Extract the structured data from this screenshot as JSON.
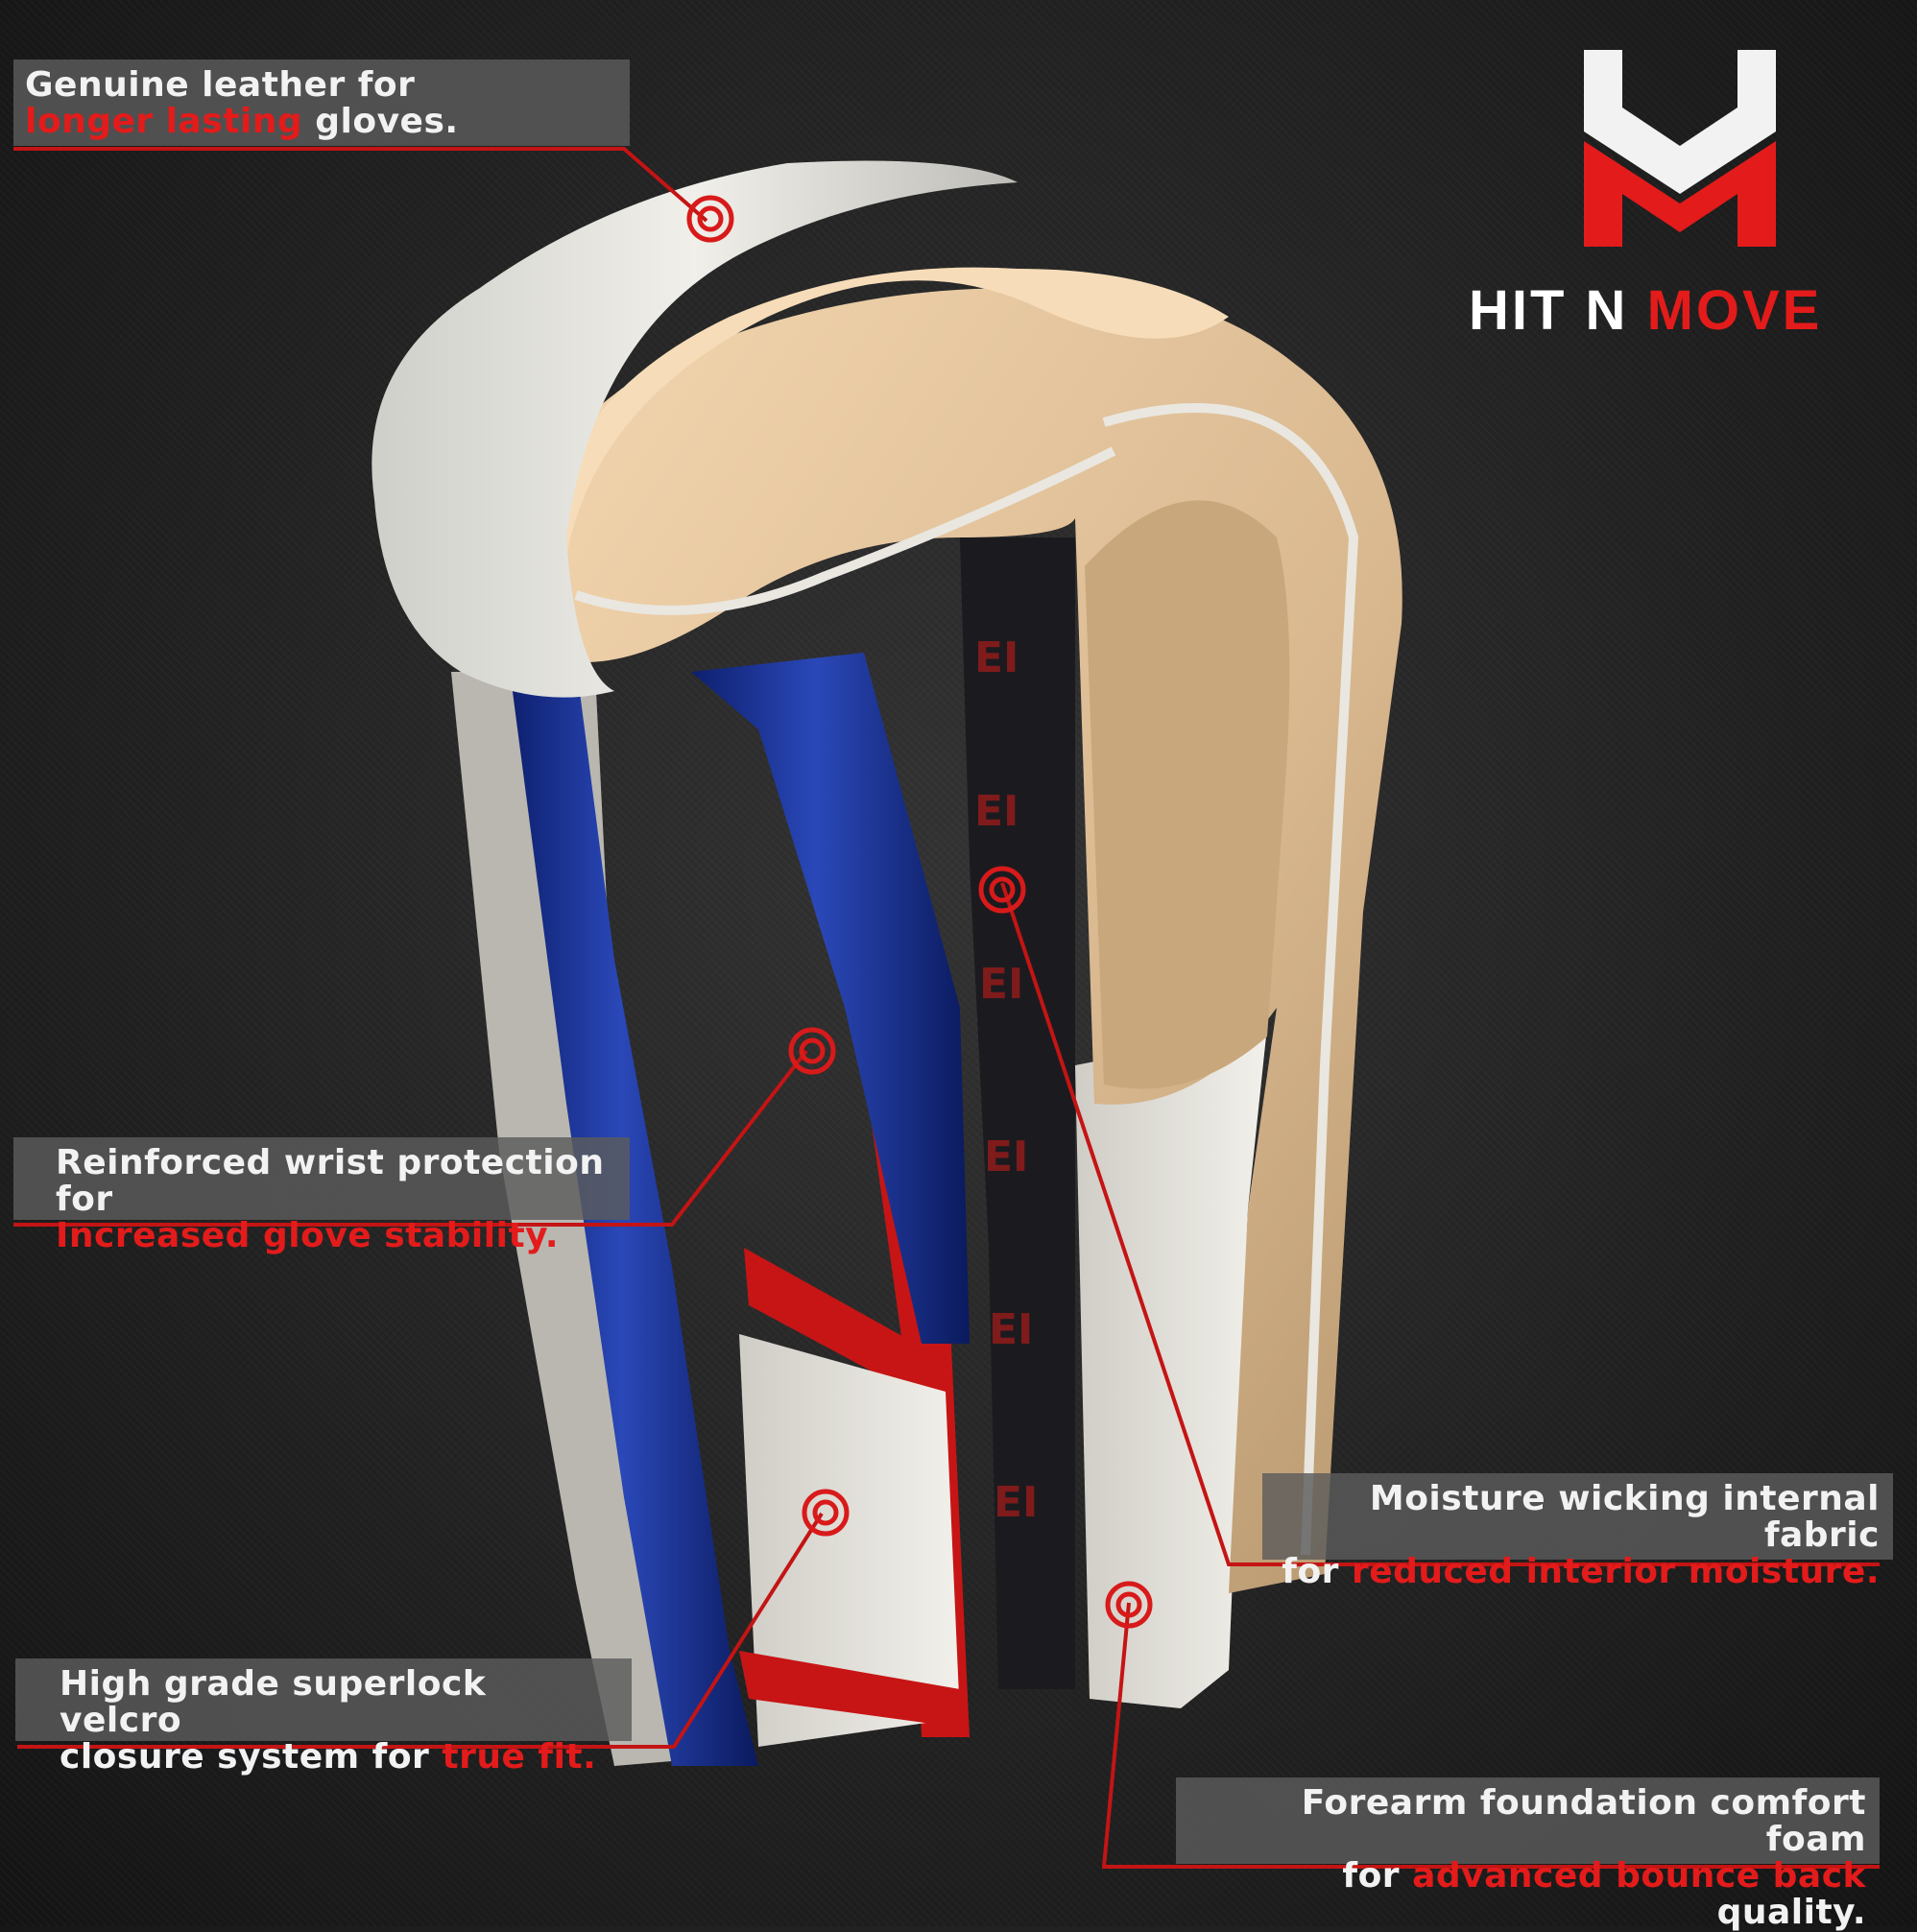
{
  "brand": {
    "name_white": "HIT N",
    "name_red": "MOVE",
    "colors": {
      "red": "#e31b1b",
      "white": "#ffffff",
      "background": "#222222"
    }
  },
  "callouts": {
    "leather": {
      "line1": "Genuine leather for",
      "line2_red": "longer lasting",
      "line2_rest": " gloves."
    },
    "wrist": {
      "line1": "Reinforced wrist protection for",
      "line2_red": "Increased glove stability."
    },
    "velcro": {
      "line1": "High grade superlock velcro",
      "line2_start": "closure system for ",
      "line2_red": "true fit."
    },
    "fabric": {
      "line1": "Moisture wicking internal fabric",
      "line2_start": "for ",
      "line2_red": "reduced interior moisture."
    },
    "foam": {
      "line1": "Forearm foundation comfort foam",
      "line2_start": "for ",
      "line2_red": "advanced bounce back",
      "line2_rest": " quality."
    }
  },
  "icons": {
    "marker": "target-ring-icon",
    "logo": "hm-logo-icon"
  }
}
